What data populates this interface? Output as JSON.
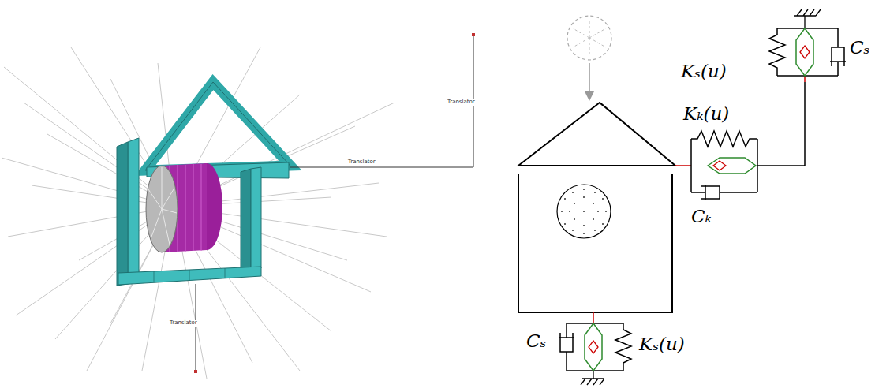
{
  "diagram": {
    "labels": [
      "Translator",
      "Translator",
      "Translator",
      "Kₛ(u)",
      "Cₛ",
      "Kₖ(u)",
      "Cₖ",
      "Cₛ",
      "Kₛ(u)"
    ]
  }
}
